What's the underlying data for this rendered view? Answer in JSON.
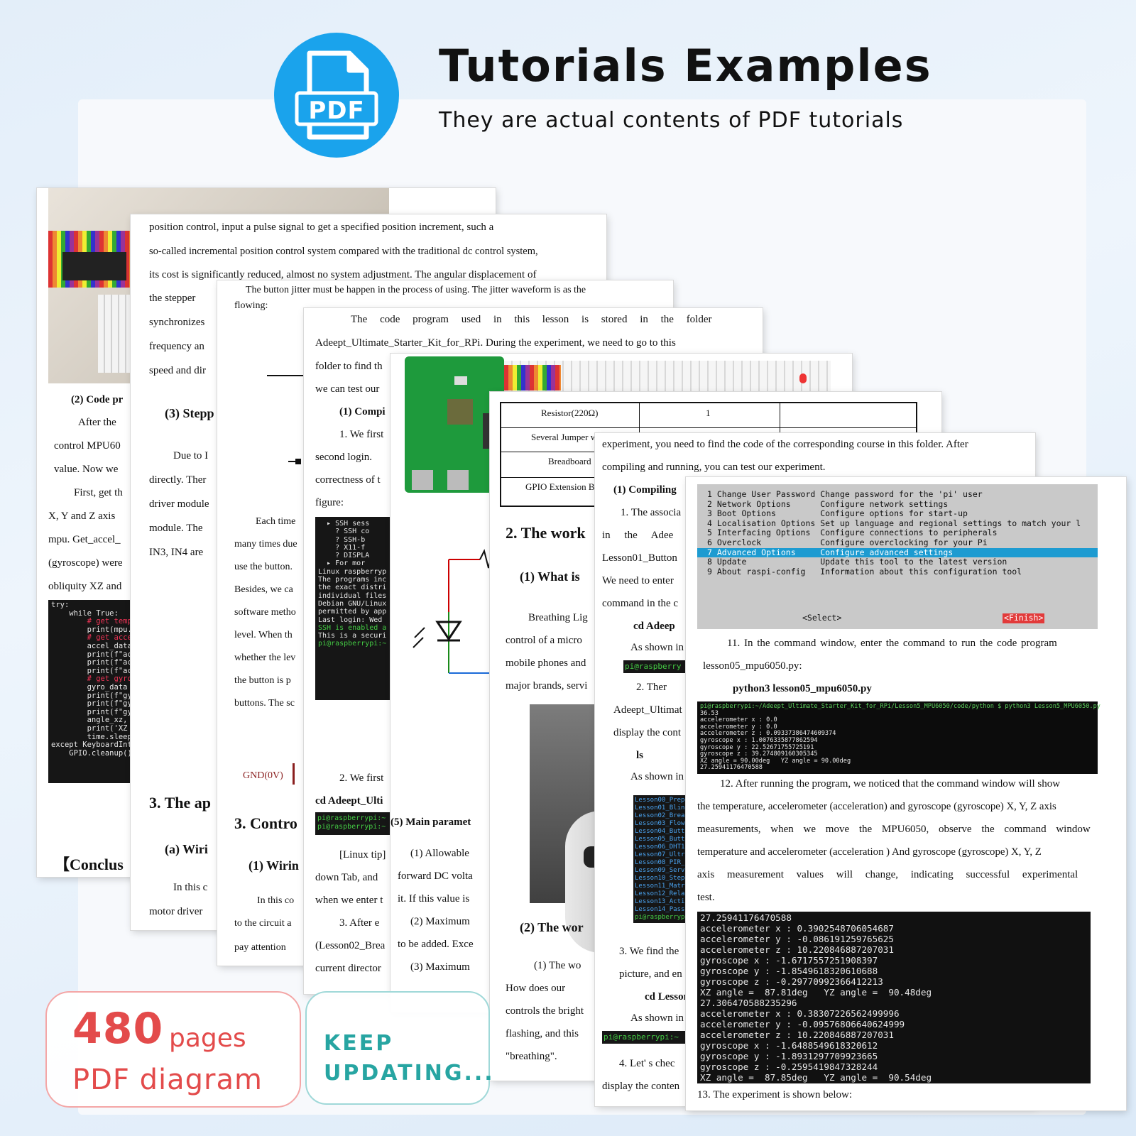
{
  "header": {
    "title": "Tutorials Examples",
    "subtitle": "They are actual contents of PDF tutorials",
    "badge_label": "PDF"
  },
  "badges": {
    "pages_count": "480",
    "pages_unit": "pages",
    "pages_caption": "PDF diagram",
    "keep_line1": "KEEP",
    "keep_line2": "UPDATING..."
  },
  "p1": {
    "heading": "(2) Code pr",
    "lines": [
      "After the",
      "control MPU60",
      "value. Now we",
      "First, get th",
      "X, Y and Z axis",
      "mpu. Get_accel_",
      "(gyroscope) were",
      "obliquity XZ and"
    ],
    "code": [
      "try:",
      "    while True:",
      "        # get temp",
      "        print(mpu.get_",
      "",
      "        # get accelero",
      "        accel_data = m",
      "        print(f\"accele",
      "        print(f\"accele",
      "        print(f\"accele",
      "",
      "        # get gyroscop",
      "        gyro_data = mp",
      "        print(f\"gyrosc",
      "        print(f\"gyrosc",
      "        print(f\"gyrosc",
      "",
      "        angle_xz, angl",
      "        print('XZ angl",
      "        time.sleep(1)",
      "except KeyboardInt",
      "    GPIO.cleanup()"
    ],
    "conclusion": "【Conclus"
  },
  "p2": {
    "lines": [
      "position control, input a pulse signal to get a specified position increment, such a",
      "so-called incremental position control system compared with the traditional dc control system,",
      "its cost is significantly reduced, almost no system adjustment. The angular displacement of",
      "the stepper",
      "synchronizes",
      "frequency an",
      "speed and dir"
    ],
    "heading3": "(3) Stepp",
    "lines2": [
      "Due to I",
      "directly. Ther",
      "driver module",
      "module. The",
      "IN3, IN4 are"
    ],
    "section": "3. The ap",
    "sub": "(a) Wiri",
    "lines3": [
      "In this c",
      "motor driver"
    ]
  },
  "p3": {
    "lines": [
      "The button jitter must be happen in the process of using. The jitter waveform is as the",
      "flowing:"
    ],
    "lines2": [
      "Each time",
      "many times due",
      "use the button.",
      "Besides, we ca",
      "software metho",
      "level. When th",
      "whether the lev",
      "the button is p",
      "buttons. The sc"
    ],
    "gnd": "GND(0V)",
    "section": "3. Contro",
    "sub": "(1) Wirin",
    "lines3": [
      "In this co",
      "to the circuit a",
      "pay attention"
    ]
  },
  "p4": {
    "lines": [
      "The code program used in this lesson is stored in the folder",
      "Adeept_Ultimate_Starter_Kit_for_RPi. During the experiment, we need to go to this",
      "folder to find th",
      "we can test our"
    ],
    "compile": "(1) Compi",
    "steps": [
      "1. We first",
      "second login.",
      "correctness of t",
      "figure:"
    ],
    "term": [
      "  ▸ SSH sess",
      "    ? SSH co",
      "    ? SSH-b",
      "    ? X11-f",
      "    ? DISPLA",
      "",
      "  ▸ For mor",
      "",
      "Linux raspberryp",
      "",
      "The programs inc",
      "the exact distri",
      "individual files",
      "",
      "Debian GNU/Linux",
      "permitted by app",
      "Last login: Wed",
      "",
      "SSH is enabled a",
      "This is a securi",
      "",
      "pi@raspberrypi:~"
    ],
    "step2": "2. We first",
    "cmd": "cd Adeept_Ulti",
    "term2": [
      "pi@raspberrypi:~",
      "pi@raspberrypi:~"
    ],
    "tip": "[Linux tip]",
    "lines2": [
      "down Tab, and",
      "when we enter t",
      "3. After e",
      "(Lesson02_Brea",
      "current director"
    ]
  },
  "p5": {
    "param": "(5) Main paramet",
    "lines": [
      "(1) Allowable",
      "forward DC volta",
      "it. If this value is",
      "(2) Maximum",
      "to be added. Exce",
      "(3) Maximum"
    ]
  },
  "p6": {
    "table": [
      [
        "Resistor(220Ω)",
        "1",
        ""
      ],
      [
        "Several Jumper w",
        "",
        ""
      ],
      [
        "Breadboard",
        "",
        ""
      ],
      [
        "GPIO Extension B",
        "",
        ""
      ]
    ],
    "section": "2. The work",
    "sub": "(1) What is",
    "lines": [
      "Breathing Lig",
      "control of a micro",
      "mobile phones and",
      "major brands, servi"
    ],
    "sub2": "(2) The wor",
    "lines2": [
      "(1) The wo",
      "How does our",
      "controls the bright",
      "flashing, and this",
      "\"breathing\"."
    ]
  },
  "p7": {
    "lines": [
      "experiment, you need to find the code of the corresponding course in this folder. After",
      "compiling and running, you can test our experiment."
    ],
    "compile": "(1) Compiling",
    "lines2": [
      "1. The associa",
      "in the Adee",
      "Lesson01_Button",
      "We need to enter",
      "command in the c"
    ],
    "cmd": "cd Adeep",
    "shown": "As shown in",
    "prompt": "pi@raspberry",
    "lines3": [
      "2. Ther",
      "Adeept_Ultimat",
      "display the cont"
    ],
    "ls": "ls",
    "shown2": "As shown in",
    "term": [
      "Lesson00_Prep",
      "Lesson01_Blin",
      "Lesson02_Brea",
      "Lesson03_Flow",
      "Lesson04_Butt",
      "Lesson05_Butt",
      "Lesson06_DHT1",
      "Lesson07_Ultr",
      "Lesson08_PIR_",
      "Lesson09_Serv",
      "Lesson10_Step",
      "Lesson11_Matr",
      "Lesson12_Rela",
      "Lesson13_Acti",
      "Lesson14_Pass",
      "pi@raspberryp"
    ],
    "lines4": [
      "3. We find the",
      "picture, and en"
    ],
    "cmd2": "cd Lesson1",
    "shown3": "As shown in",
    "prompt2": "pi@raspberrypi:~",
    "lines5": [
      "4. Let' s chec",
      "display the conten"
    ]
  },
  "p8": {
    "menu": [
      "1 Change User Password Change password for the 'pi' user",
      "2 Network Options      Configure network settings",
      "3 Boot Options         Configure options for start-up",
      "4 Localisation Options Set up language and regional settings to match your l",
      "5 Interfacing Options  Configure connections to peripherals",
      "6 Overclock            Configure overclocking for your Pi",
      "7 Advanced Options     Configure advanced settings",
      "8 Update               Update this tool to the latest version",
      "9 About raspi-config   Information about this configuration tool"
    ],
    "menu_select": "<Select>",
    "menu_finish": "<Finish>",
    "step11": [
      "11. In the command window, enter the command to run the code program",
      "lesson05_mpu6050.py:"
    ],
    "cmd": "python3 lesson05_mpu6050.py",
    "term1": [
      "pi@raspberrypi:~/Adeept_Ultimate_Starter_Kit_for_RPi/Lesson5_MPU6050/code/python $ python3 Lesson5_MPU6050.py",
      "36.53",
      "accelerometer x : 0.0",
      "accelerometer y : 0.0",
      "accelerometer z : 0.09337386474609374",
      "gyroscope x : 1.0076335877862594",
      "gyroscope y : 22.52671755725191",
      "gyroscope z : 39.274809160305345",
      "XZ angle = 90.00deg   YZ angle = 90.00deg",
      "27.25941176470588"
    ],
    "step12": [
      "12. After running the program, we noticed that the command window will show",
      "the temperature, accelerometer (acceleration) and gyroscope (gyroscope) X, Y, Z axis",
      "measurements, when we move the MPU6050, observe the command window",
      "temperature and accelerometer (acceleration ) And gyroscope (gyroscope) X, Y, Z",
      "axis measurement values will change, indicating successful experimental",
      "test."
    ],
    "term2": [
      "27.25941176470588",
      "accelerometer x : 0.3902548706054687",
      "accelerometer y : -0.086191259765625",
      "accelerometer z : 10.220846887207031",
      "gyroscope x : -1.6717557251908397",
      "gyroscope y : -1.8549618320610688",
      "gyroscope z : -0.29770992366412213",
      "XZ angle =  87.81deg   YZ angle =  90.48deg",
      "27.306470588235296",
      "accelerometer x : 0.38307226562499996",
      "accelerometer y : -0.09576806640624999",
      "accelerometer z : 10.220846887207031",
      "gyroscope x : -1.6488549618320612",
      "gyroscope y : -1.8931297709923665",
      "gyroscope z : -0.2595419847328244",
      "XZ angle =  87.85deg   YZ angle =  90.54deg"
    ],
    "step13": "13. The experiment is shown below:"
  },
  "colors": {
    "accent": "#1aa3ec",
    "stat_text": "#e34b4b",
    "keep_text": "#27a5a2",
    "terminal_bg": "#161616",
    "menu_highlight": "#1d9bd1"
  }
}
